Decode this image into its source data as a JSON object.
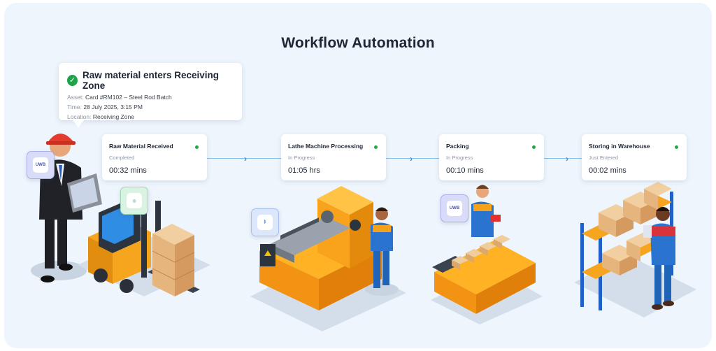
{
  "title": "Workflow Automation",
  "event": {
    "title": "Raw material enters Receiving Zone",
    "asset_label": "Asset:",
    "asset_value": "Card #RM102 – Steel Rod Batch",
    "time_label": "Time:",
    "time_value": "28 July 2025, 3:15 PM",
    "location_label": "Location:",
    "location_value": "Receiving Zone"
  },
  "stages": [
    {
      "name": "Raw Material Received",
      "status": "Completed",
      "time": "00:32 mins"
    },
    {
      "name": "Lathe Machine Processing",
      "status": "In Progress",
      "time": "01:05 hrs"
    },
    {
      "name": "Packing",
      "status": "In Progress",
      "time": "00:10 mins"
    },
    {
      "name": "Storing in Warehouse",
      "status": "Just Entered",
      "time": "00:02 mins"
    }
  ],
  "badges": {
    "uwb_1": "UWB",
    "uwb_2": "UWB",
    "bluetooth": "bluetooth-icon",
    "rfid": "rfid-icon"
  },
  "colors": {
    "background": "#eef5fc",
    "accent": "#f8a41c",
    "status_dot": "#22a84a",
    "flow_line": "#86bce8"
  }
}
